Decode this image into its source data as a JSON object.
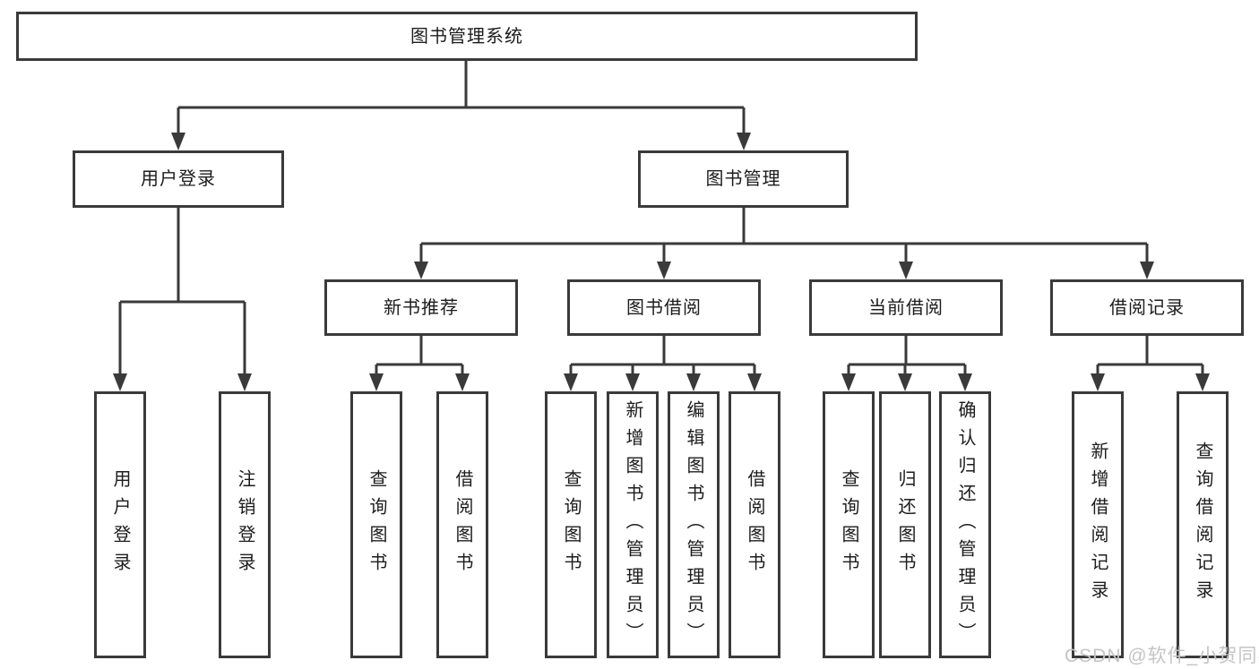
{
  "diagram": {
    "root": {
      "label": "图书管理系统"
    },
    "branches": [
      {
        "label": "用户登录",
        "children": [
          {
            "label": "用户登录"
          },
          {
            "label": "注销登录"
          }
        ]
      },
      {
        "label": "图书管理",
        "children": [
          {
            "label": "新书推荐",
            "children": [
              {
                "label": "查询图书"
              },
              {
                "label": "借阅图书"
              }
            ]
          },
          {
            "label": "图书借阅",
            "children": [
              {
                "label": "查询图书"
              },
              {
                "label": "新增图书（管理员）"
              },
              {
                "label": "编辑图书（管理员）"
              },
              {
                "label": "借阅图书"
              }
            ]
          },
          {
            "label": "当前借阅",
            "children": [
              {
                "label": "查询图书"
              },
              {
                "label": "归还图书"
              },
              {
                "label": "确认归还（管理员）"
              }
            ]
          },
          {
            "label": "借阅记录",
            "children": [
              {
                "label": "新增借阅记录"
              },
              {
                "label": "查询借阅记录"
              }
            ]
          }
        ]
      }
    ]
  },
  "watermark": {
    "text": "CSDN @软件_小贺同学"
  },
  "colors": {
    "line": "#3a3a3a",
    "box_border": "#3a3a3a",
    "text": "#1c1c1c",
    "watermark": "#c4c4c4",
    "background": "#ffffff"
  }
}
